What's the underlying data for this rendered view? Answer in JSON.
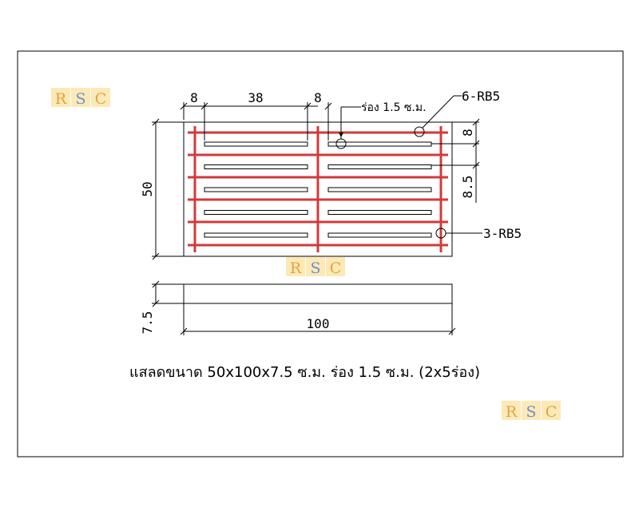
{
  "colors": {
    "rebar": "#d23a3a",
    "line": "#000000",
    "logo_bg": "#fde9b6",
    "logo_r": "#e0a341",
    "logo_s": "#6c8fcf",
    "logo_c": "#e0a341"
  },
  "logo": {
    "r": "R",
    "s": "S",
    "c": "C"
  },
  "top_dims": {
    "left": "8",
    "middle": "38",
    "right": "8"
  },
  "slot_label": "ร่อง 1.5 ซ.ม.",
  "rebar_top": "6-RB5",
  "rebar_side": "3-RB5",
  "right_dims": {
    "upper": "8",
    "lower": "8.5"
  },
  "height_dim": "50",
  "thickness_dim": "7.5",
  "length_dim": "100",
  "caption": "แสลดขนาด 50x100x7.5 ซ.ม.  ร่อง 1.5 ซ.ม. (2x5ร่อง)",
  "slots": {
    "rows": 5,
    "cols": 2
  }
}
